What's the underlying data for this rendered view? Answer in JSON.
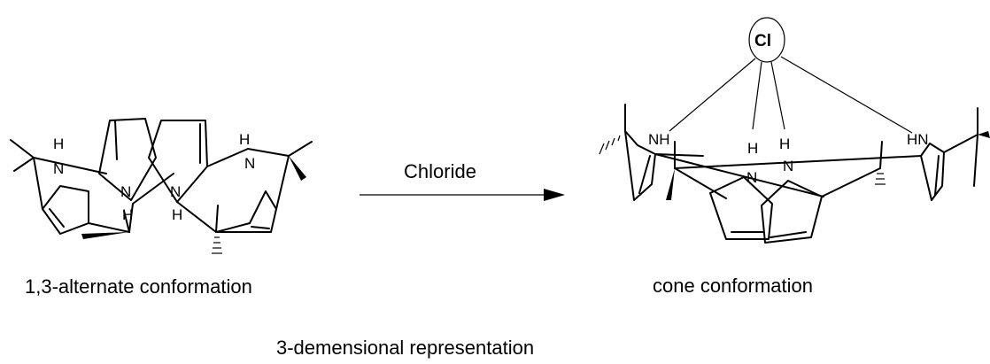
{
  "reaction": {
    "reagent": "Chloride"
  },
  "left_structure": {
    "caption": "1,3-alternate conformation",
    "atoms": {
      "h_left_top": "H",
      "n_left": "N",
      "n_center_left": "N",
      "h_center_left": "H",
      "n_center_right": "N",
      "h_center_right": "H",
      "h_right_top": "H",
      "n_right": "N"
    }
  },
  "right_structure": {
    "caption": "cone conformation",
    "anion": "Cl",
    "atoms": {
      "nh_left": "NH",
      "h_mid_left": "H",
      "n_mid_left": "N",
      "h_mid_right": "H",
      "n_mid_right": "N",
      "hn_right": "HN"
    }
  },
  "footer": {
    "caption": "3-demensional representation"
  }
}
